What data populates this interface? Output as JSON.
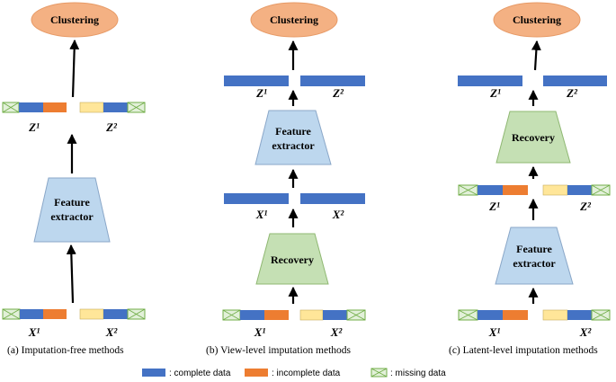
{
  "colors": {
    "complete": "#4472C4",
    "incomplete": "#ED7D31",
    "missing_fill": "#E2F0D9",
    "missing_stroke": "#70AD47",
    "light_yellow": "#FFE699",
    "cluster_fill": "#F4B183",
    "feature_fill": "#BDD7EE",
    "recovery_fill": "#C5E0B4"
  },
  "panels": {
    "a": {
      "caption": "(a) Imputation-free methods",
      "clustering": "Clustering",
      "feature": [
        "Feature",
        "extractor"
      ],
      "z1": "Z¹",
      "z2": "Z²",
      "x1": "X¹",
      "x2": "X²"
    },
    "b": {
      "caption": "(b) View-level imputation methods",
      "clustering": "Clustering",
      "feature": [
        "Feature",
        "extractor"
      ],
      "recovery": "Recovery",
      "z1": "Z¹",
      "z2": "Z²",
      "mx1": "X¹",
      "mx2": "X²",
      "x1": "X¹",
      "x2": "X²"
    },
    "c": {
      "caption": "(c) Latent-level imputation methods",
      "clustering": "Clustering",
      "recovery": "Recovery",
      "feature": [
        "Feature",
        "extractor"
      ],
      "tz1": "Z¹",
      "tz2": "Z²",
      "z1": "Z¹",
      "z2": "Z²",
      "x1": "X¹",
      "x2": "X²"
    }
  },
  "legend": {
    "complete": ": complete data",
    "incomplete": ": incomplete data",
    "missing": ": missing data"
  }
}
